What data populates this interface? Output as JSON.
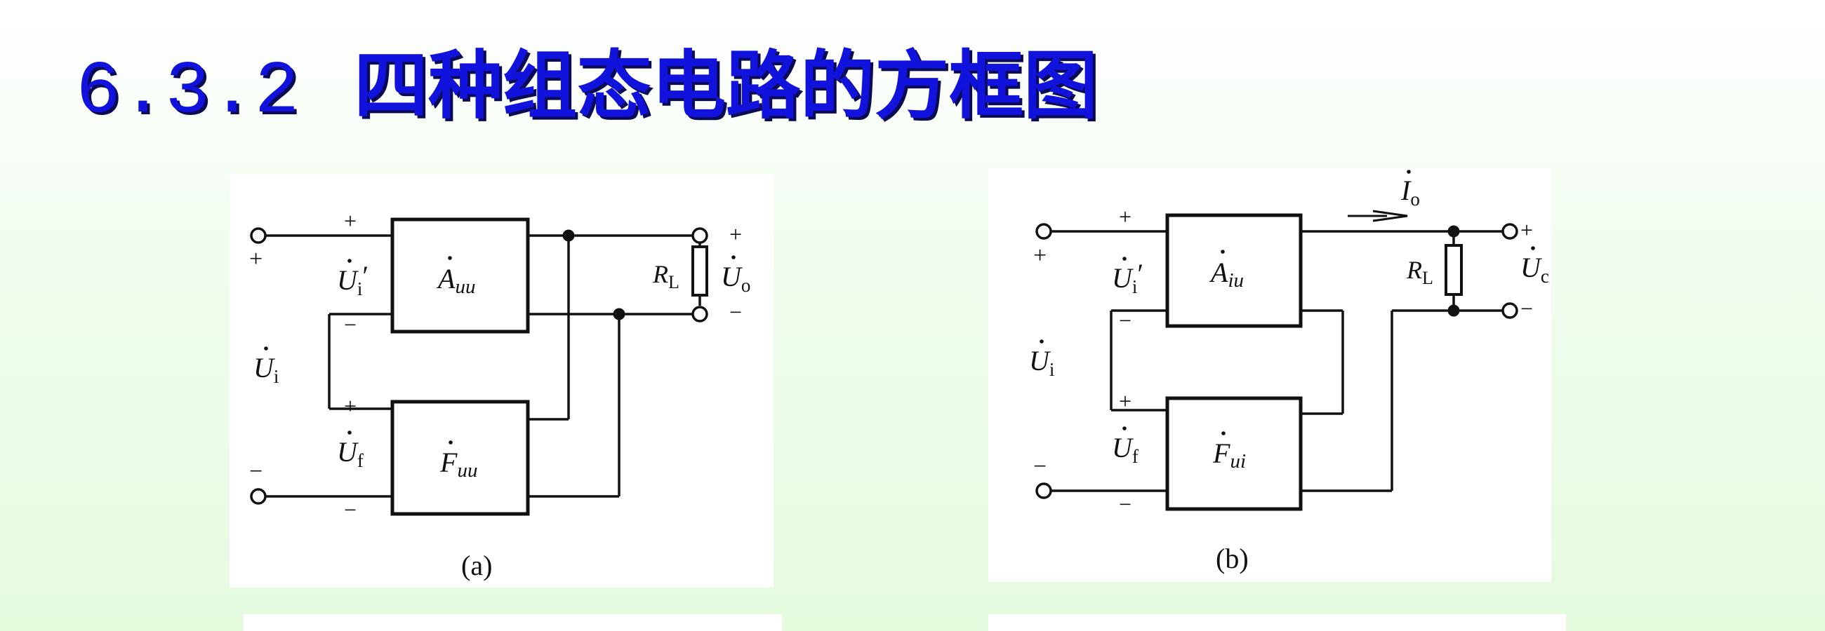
{
  "page": {
    "title_number": "6.3.2",
    "title_text": "四种组态电路的方框图"
  },
  "colors": {
    "title": "#1212dd",
    "title_shadow": "#0a0a55",
    "panel": "#ffffff",
    "ink": "#111111"
  },
  "figure_a": {
    "caption": "(a)",
    "amp_symbol": "A",
    "amp_sub": "uu",
    "fb_symbol": "F",
    "fb_sub": "uu",
    "in_voltage": "U",
    "in_sub": "i",
    "net_voltage": "U",
    "net_sub": "i",
    "net_prime": "′",
    "fb_voltage": "U",
    "fb_sub_v": "f",
    "out_voltage": "U",
    "out_sub": "o",
    "load": "R",
    "load_sub": "L",
    "plus": "+",
    "minus": "−"
  },
  "figure_b": {
    "caption": "(b)",
    "amp_symbol": "A",
    "amp_sub": "iu",
    "fb_symbol": "F",
    "fb_sub": "ui",
    "in_voltage": "U",
    "in_sub": "i",
    "net_voltage": "U",
    "net_sub": "i",
    "net_prime": "′",
    "fb_voltage": "U",
    "fb_sub_v": "f",
    "out_voltage": "U",
    "out_sub": "c",
    "out_current": "I",
    "out_current_sub": "o",
    "load": "R",
    "load_sub": "L",
    "plus": "+",
    "minus": "−"
  }
}
